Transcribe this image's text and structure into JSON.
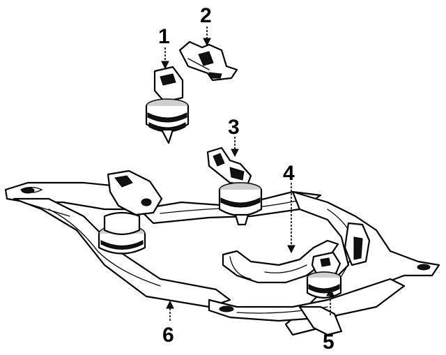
{
  "callouts": [
    {
      "id": "1",
      "label": "1",
      "part": "engine-mount"
    },
    {
      "id": "2",
      "label": "2",
      "part": "mount-bracket"
    },
    {
      "id": "3",
      "label": "3",
      "part": "engine-mount-with-bracket"
    },
    {
      "id": "4",
      "label": "4",
      "part": "crossmember"
    },
    {
      "id": "5",
      "label": "5",
      "part": "rear-mount"
    },
    {
      "id": "6",
      "label": "6",
      "part": "engine-cradle"
    }
  ],
  "colors": {
    "ink": "#000000",
    "background": "#ffffff"
  }
}
